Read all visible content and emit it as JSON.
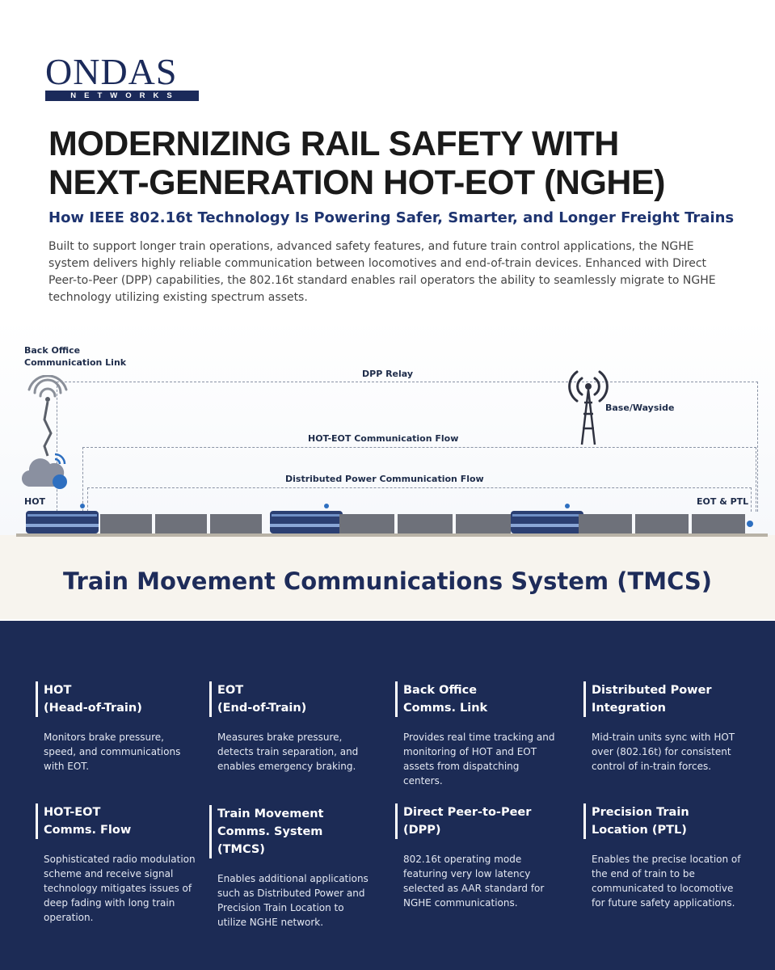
{
  "logo": {
    "name": "ONDAS",
    "sub": "NETWORKS"
  },
  "title": {
    "line1": "MODERNIZING RAIL SAFETY WITH",
    "line2": "NEXT-GENERATION HOT-EOT (NGHE)"
  },
  "subtitle": "How IEEE 802.16t Technology Is Powering Safer, Smarter, and Longer Freight Trains",
  "intro": "Built to support longer train operations, advanced safety features, and future train control applications, the NGHE system delivers highly reliable communication between locomotives and end-of-train devices. Enhanced with Direct Peer-to-Peer (DPP) capabilities, the 802.16t standard enables rail operators the ability to seamlessly migrate to NGHE technology utilizing existing spectrum assets.",
  "diagram": {
    "back_office_1": "Back Office",
    "back_office_2": "Communication Link",
    "dpp_relay": "DPP Relay",
    "base_wayside": "Base/Wayside",
    "hot_eot_flow": "HOT-EOT Communication Flow",
    "dp_flow": "Distributed Power Communication Flow",
    "hot": "HOT",
    "eot_ptl": "EOT & PTL"
  },
  "tmcs_title": "Train Movement Communications System (TMCS)",
  "cards": [
    {
      "head1": "HOT",
      "head2": "(Head-of-Train)",
      "body": "Monitors brake pressure, speed, and communications with EOT."
    },
    {
      "head1": "EOT",
      "head2": "(End-of-Train)",
      "body": "Measures brake pressure, detects train separation, and enables emergency braking."
    },
    {
      "head1": "Back Office",
      "head2": "Comms. Link",
      "body": "Provides real time tracking and monitoring of HOT and EOT assets from dispatching centers."
    },
    {
      "head1": "Distributed Power",
      "head2": "Integration",
      "body": "Mid-train units sync with HOT over (802.16t) for consistent control of in-train forces."
    },
    {
      "head1": "HOT-EOT",
      "head2": "Comms. Flow",
      "body": "Sophisticated radio modulation scheme and receive signal technology mitigates issues of deep fading with long train operation."
    },
    {
      "head1": "Train Movement",
      "head2": "Comms. System (TMCS)",
      "body": "Enables additional applications such as Distributed Power and Precision Train Location to utilize NGHE network."
    },
    {
      "head1": "Direct Peer-to-Peer",
      "head2": "(DPP)",
      "body": "802.16t operating mode featuring very low latency selected as AAR standard for NGHE communications."
    },
    {
      "head1": "Precision Train",
      "head2": "Location (PTL)",
      "body": "Enables the precise location of the end of train to be communicated to locomotive for future safety applications."
    }
  ]
}
